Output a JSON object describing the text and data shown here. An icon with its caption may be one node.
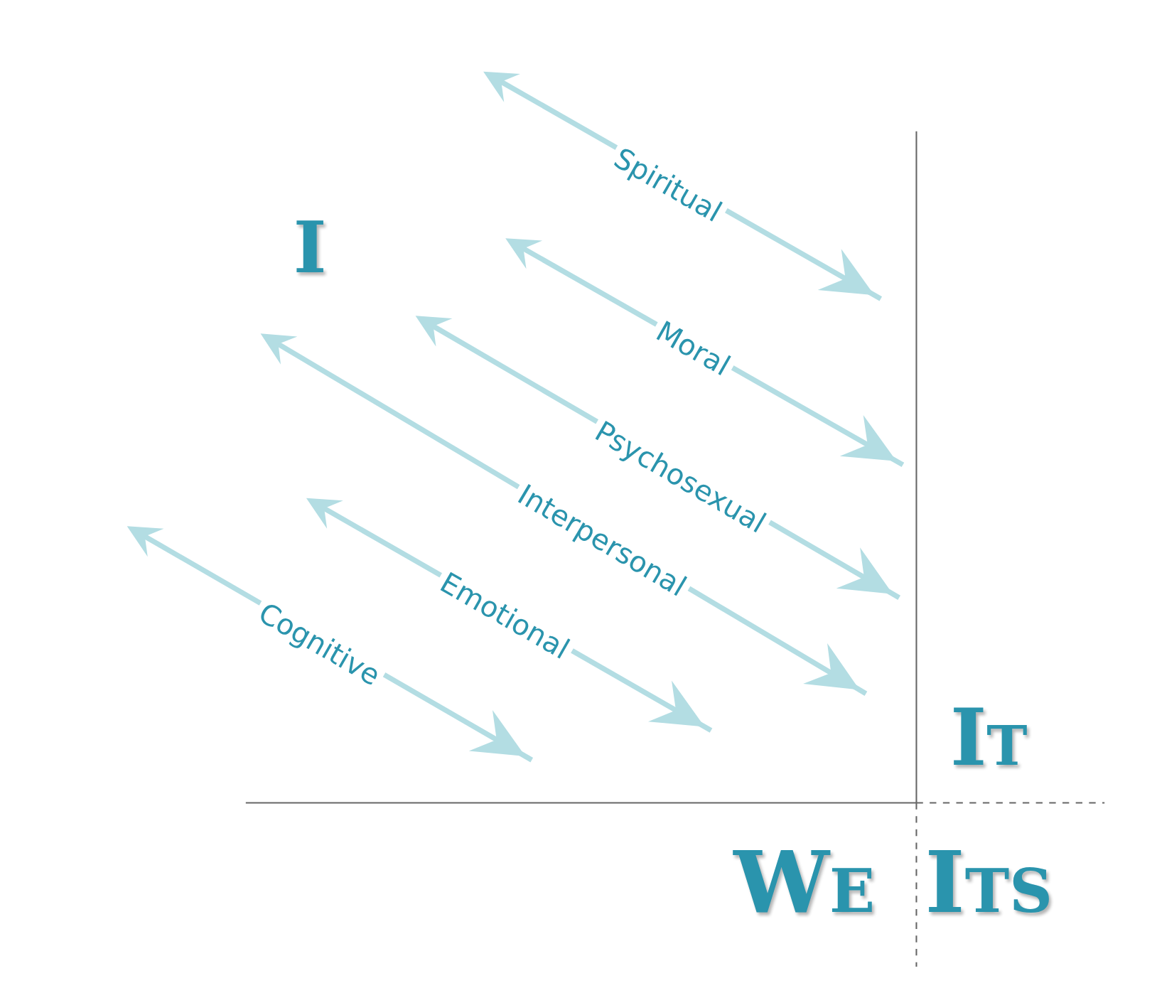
{
  "diagram": {
    "labels": [
      "I",
      "Spiritual",
      "Moral",
      "Psychosexual",
      "Interpersonal",
      "Emotional",
      "Cognitive",
      "It",
      "We",
      "Its"
    ]
  }
}
